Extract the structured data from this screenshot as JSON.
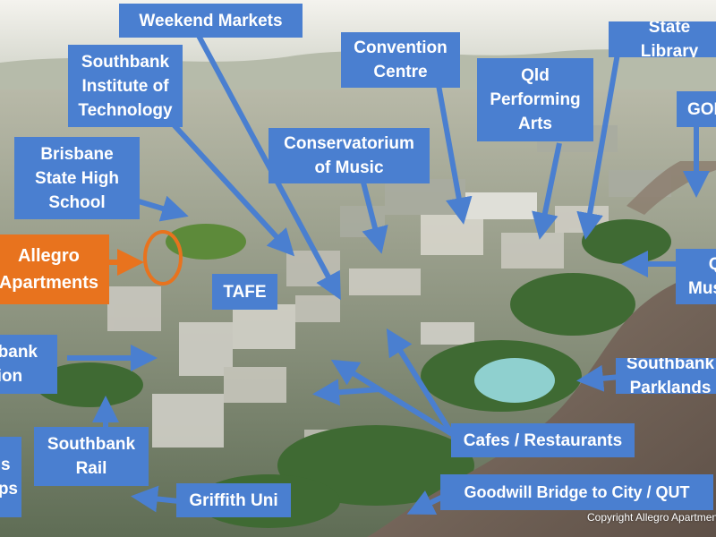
{
  "labels": {
    "weekend_markets": "Weekend Markets",
    "convention_centre": "Convention\nCentre",
    "state_library": "State Library",
    "southbank_institute": "Southbank\nInstitute of\nTechnology",
    "qld_performing_arts": "Qld\nPerforming\nArts",
    "goma": "GOMA",
    "conservatorium": "Conservatorium\nof Music",
    "brisbane_state_high": "Brisbane\nState High\nSchool",
    "allegro_apartments": "Allegro\nApartments",
    "tafe": "TAFE",
    "qld_museum": "Qld\nMuseum",
    "southbank_station": "Southbank\nStation",
    "southbank_parklands": "Southbank Parklands",
    "southbank_rail": "Southbank\nRail",
    "cafes_restaurants": "Cafes / Restaurants",
    "goodwill_bridge": "Goodwill Bridge to City / QUT",
    "griffith_uni": "Griffith Uni",
    "bus_stops": "Bus\nStops"
  },
  "copyright": "Copyright Allegro Apartments",
  "colors": {
    "label_blue": "#4a7fd0",
    "label_orange": "#e8731e",
    "river": "#7a6a5e",
    "sky": "#e9ece6"
  }
}
